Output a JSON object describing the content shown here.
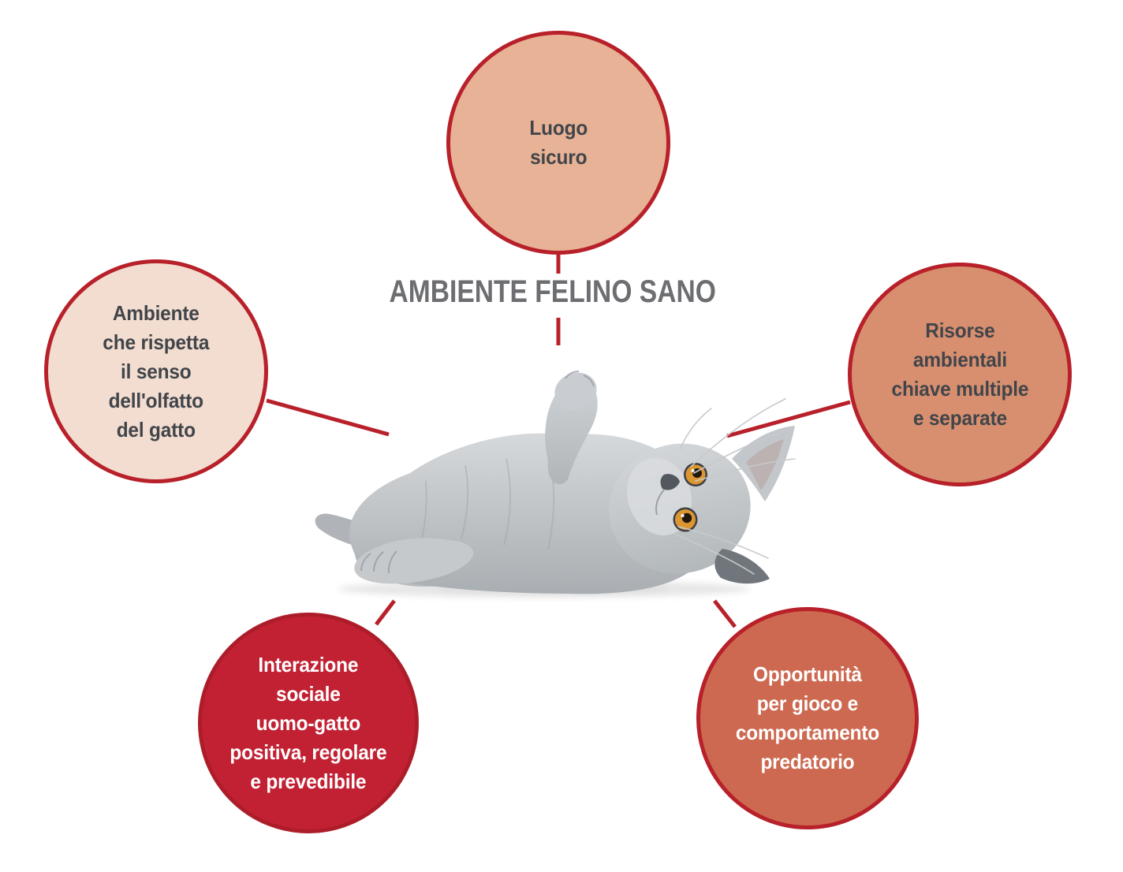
{
  "title": "AMBIENTE FELINO SANO",
  "colors": {
    "connector_red": "#b8202a",
    "title_gray": "#6d6e71",
    "dark_text": "#41454a",
    "white_text": "#ffffff",
    "background": "#ffffff"
  },
  "bubbles": [
    {
      "id": "luogo-sicuro",
      "fill": "#e7b295",
      "border": "#b8202a",
      "text_color": "#41454a",
      "lines": [
        "Luogo",
        "sicuro"
      ]
    },
    {
      "id": "ambiente-olfatto",
      "fill": "#f2ddd0",
      "border": "#b8202a",
      "text_color": "#41454a",
      "lines": [
        "Ambiente",
        "che rispetta",
        "il senso",
        "dell'olfatto",
        "del gatto"
      ]
    },
    {
      "id": "risorse-ambientali",
      "fill": "#d88f70",
      "border": "#b8202a",
      "text_color": "#41454a",
      "lines": [
        "Risorse",
        "ambientali",
        "chiave multiple",
        "e separate"
      ]
    },
    {
      "id": "interazione-sociale",
      "fill": "#c22133",
      "border": "#ad1d29",
      "text_color": "#ffffff",
      "lines": [
        "Interazione",
        "sociale",
        "uomo-gatto",
        "positiva, regolare",
        "e prevedibile"
      ]
    },
    {
      "id": "opportunita-gioco",
      "fill": "#cd6950",
      "border": "#b8202a",
      "text_color": "#ffffff",
      "lines": [
        "Opportunità",
        "per gioco e",
        "comportamento",
        "predatorio"
      ]
    }
  ],
  "center": {
    "image_alt": "Gatto grigio sdraiato sulla schiena con zampa alzata"
  }
}
